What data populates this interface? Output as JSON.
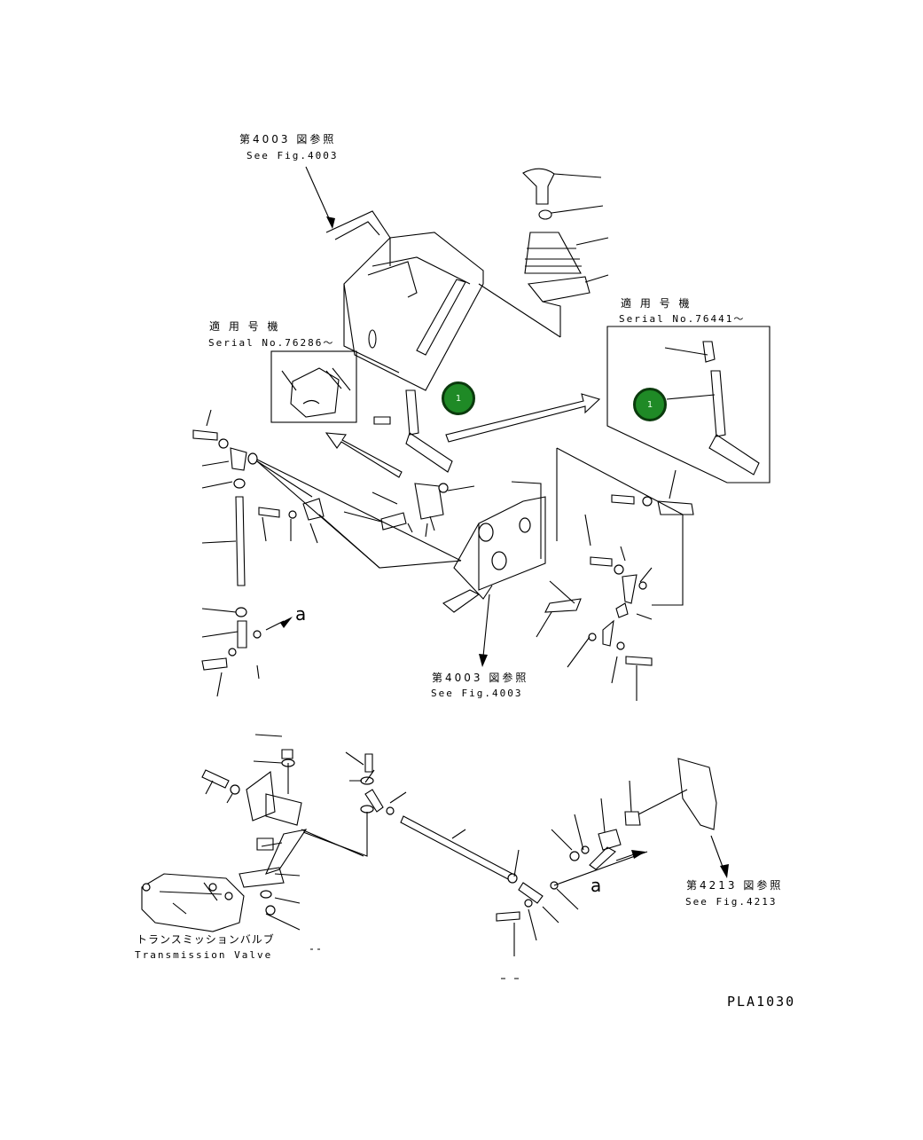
{
  "callouts": [
    {
      "number": "1",
      "color": "#1f8a26",
      "ring": "#0b3a0d"
    },
    {
      "number": "1",
      "color": "#1f8a26",
      "ring": "#0b3a0d"
    }
  ],
  "labels": {
    "top_ref_jp": "第4003 図参照",
    "top_ref_en": "See Fig.4003",
    "serial_left_jp": "適 用 号 機",
    "serial_left_en": "Serial No.76286～",
    "serial_right_jp": "適 用 号 機",
    "serial_right_en": "Serial No.76441～",
    "mid_ref_jp": "第4003 図参照",
    "mid_ref_en": "See Fig.4003",
    "right_ref_jp": "第4213 図参照",
    "right_ref_en": "See Fig.4213",
    "valve_jp": "トランスミッションバルブ",
    "valve_en": "Transmission Valve",
    "conn_a_upper": "a",
    "conn_a_lower": "a",
    "figure_code": "PLA1030"
  }
}
